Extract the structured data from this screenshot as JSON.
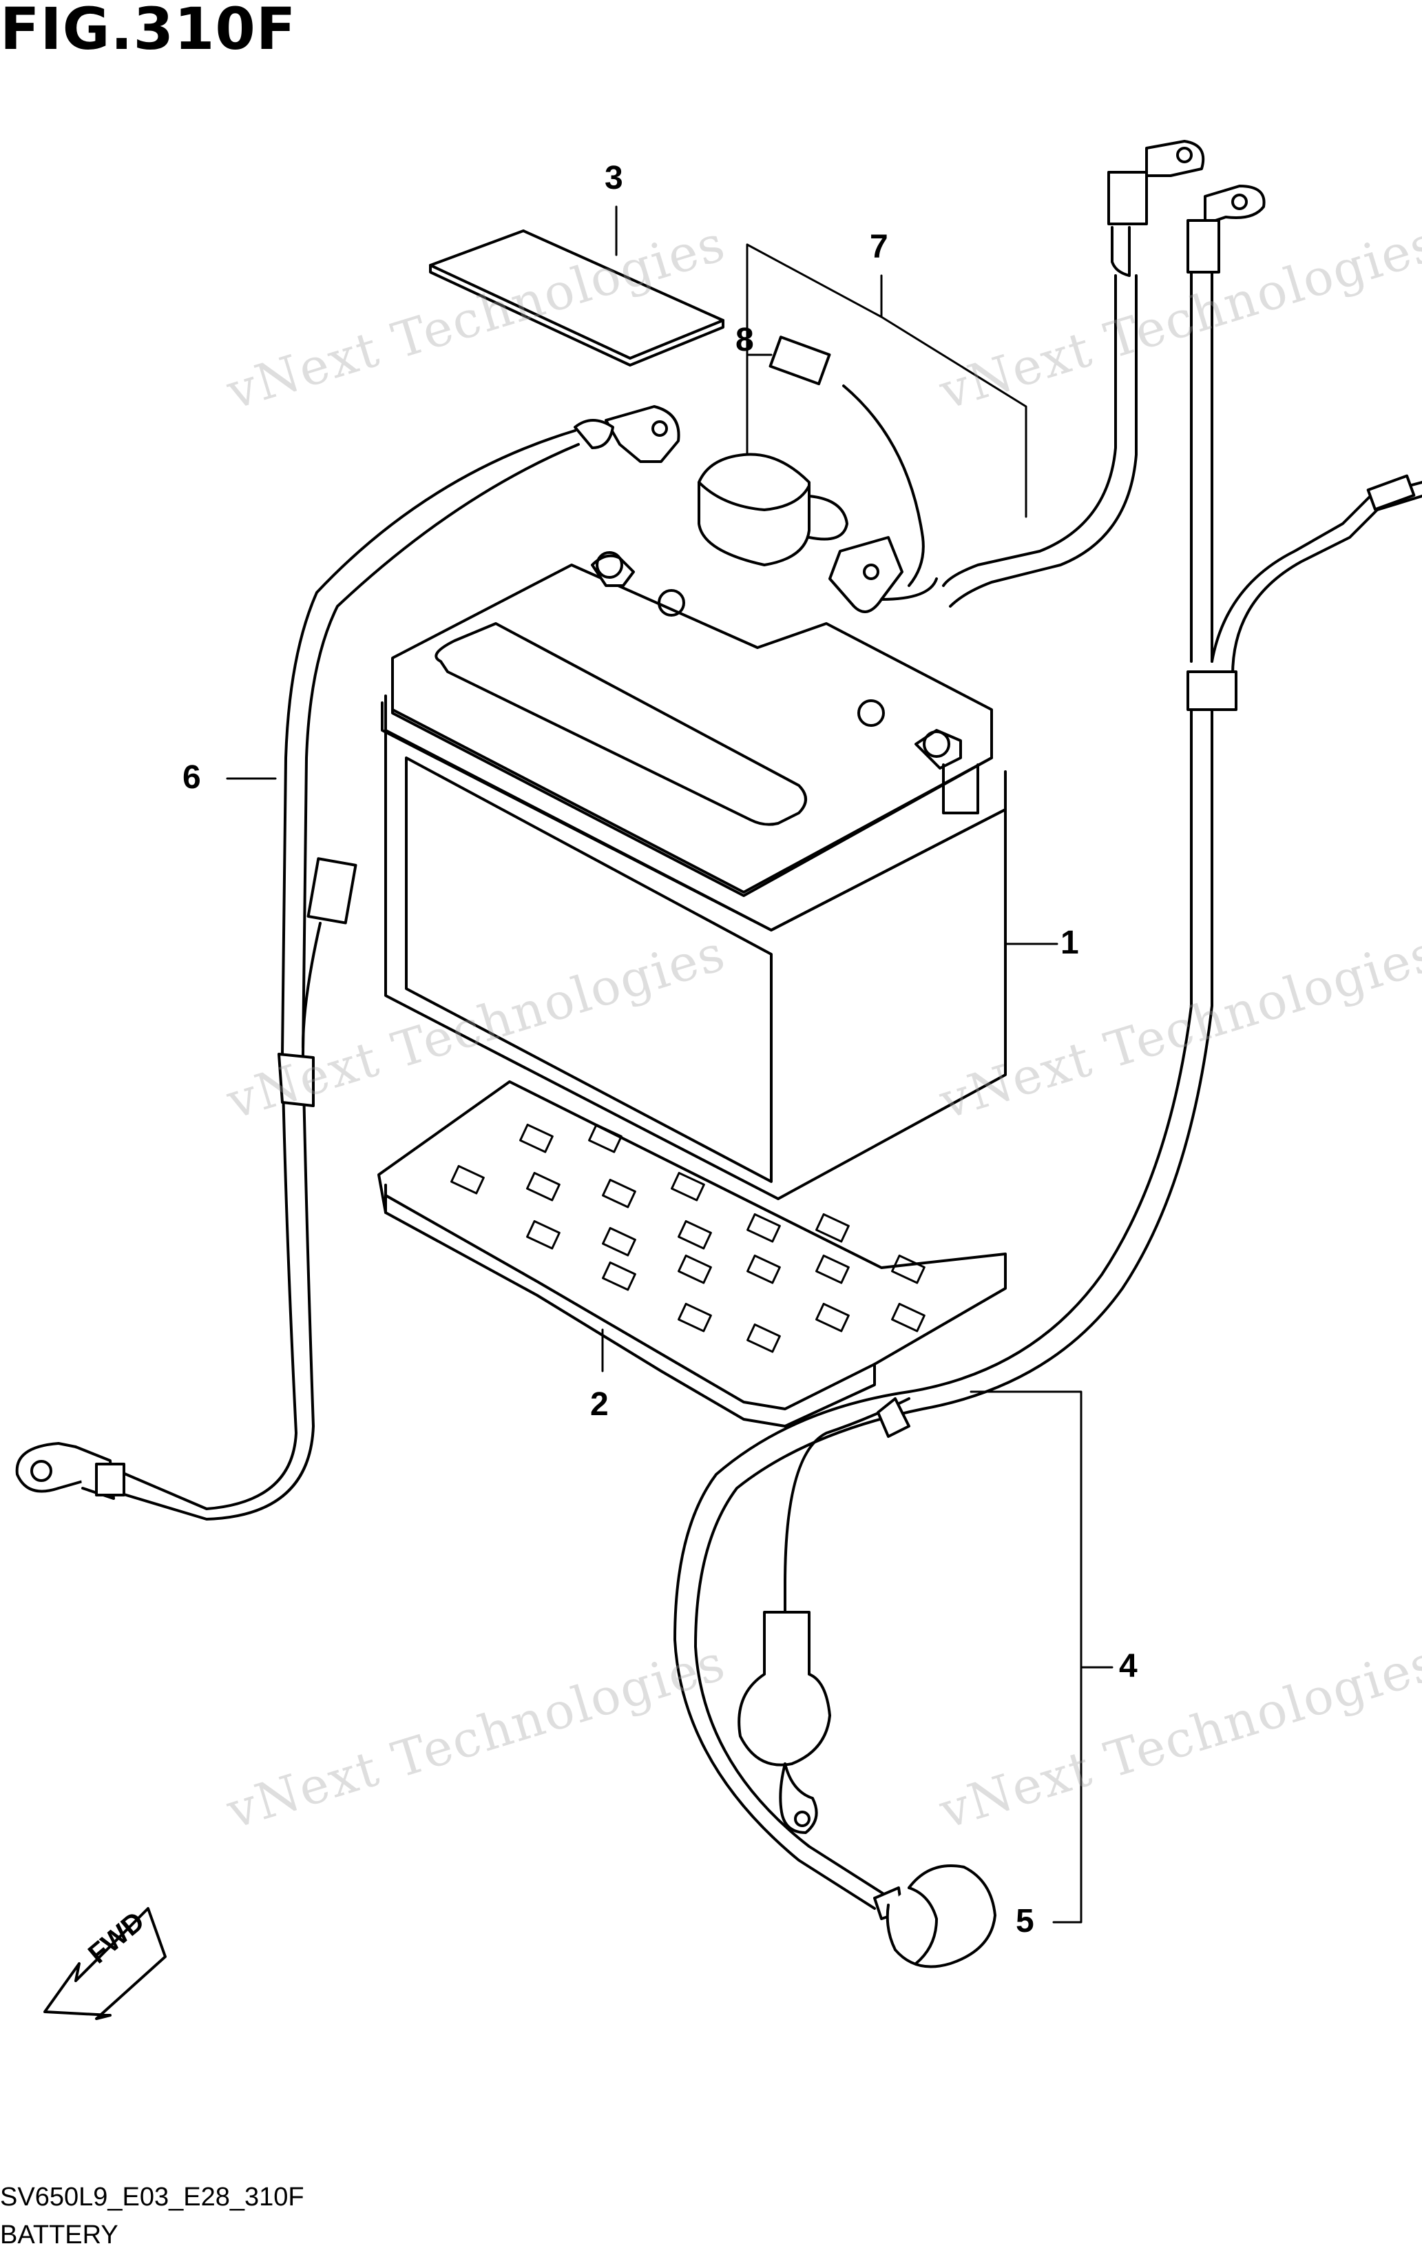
{
  "figure": {
    "title": "FIG.310F",
    "code": "SV650L9_E03_E28_310F",
    "name": "BATTERY",
    "direction_label": "FWD"
  },
  "callouts": [
    "1",
    "2",
    "3",
    "4",
    "5",
    "6",
    "7",
    "8"
  ],
  "watermarks": [
    {
      "text": "vNext Technologies"
    },
    {
      "text": "vNext Technologies"
    },
    {
      "text": "vNext Technologies"
    },
    {
      "text": "vNext Technologies"
    },
    {
      "text": "vNext Technologies"
    },
    {
      "text": "vNext Technologies"
    }
  ],
  "colors": {
    "line": "#000000",
    "watermark": "#a0a0a0"
  }
}
